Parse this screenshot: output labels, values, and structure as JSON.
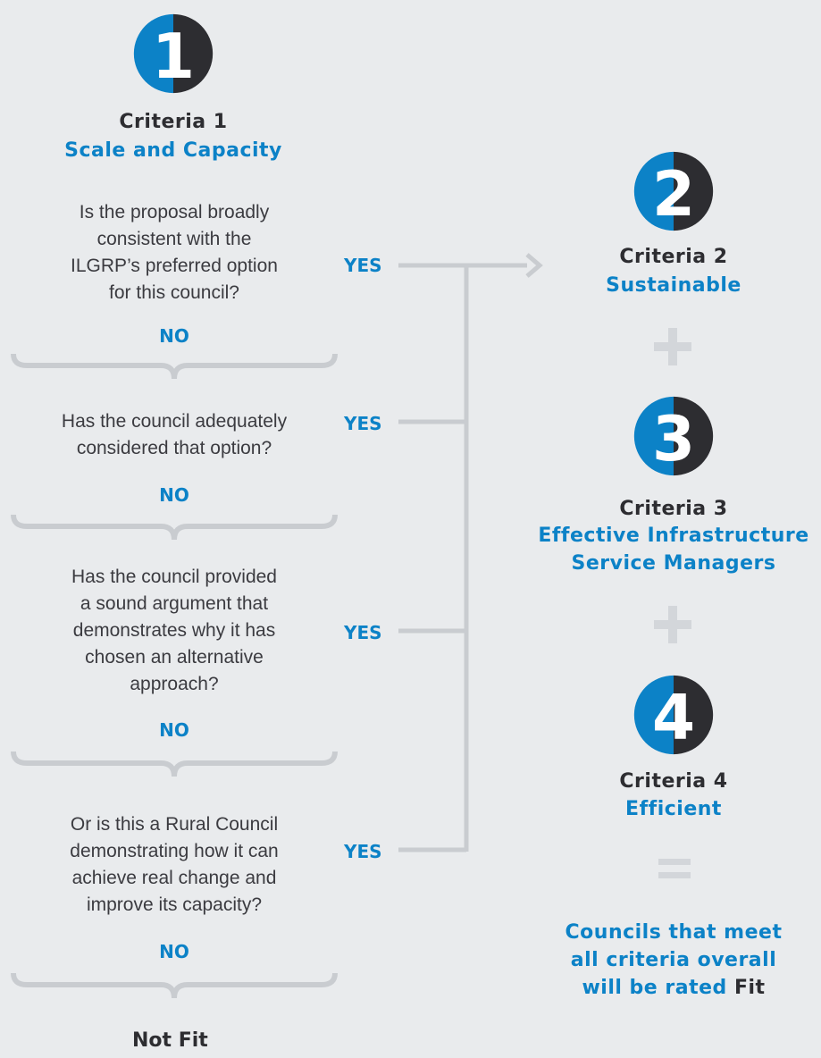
{
  "left": {
    "badge_number": "1",
    "criteria_title": "Criteria 1",
    "criteria_subtitle": "Scale and Capacity",
    "questions": [
      {
        "lines": [
          "Is the proposal broadly",
          "consistent with the",
          "ILGRP’s preferred option",
          "for this council?"
        ],
        "yes": "YES",
        "no": "NO"
      },
      {
        "lines": [
          "Has the council adequately",
          "considered that option?"
        ],
        "yes": "YES",
        "no": "NO"
      },
      {
        "lines": [
          "Has the council provided",
          "a sound argument that",
          "demonstrates why it has",
          "chosen an alternative",
          "approach?"
        ],
        "yes": "YES",
        "no": "NO"
      },
      {
        "lines": [
          "Or is this a Rural Council",
          "demonstrating how it can",
          "achieve real change and",
          "improve its capacity?"
        ],
        "yes": "YES",
        "no": "NO"
      }
    ],
    "outcome": "Not Fit"
  },
  "right": {
    "criteria": [
      {
        "badge_number": "2",
        "title": "Criteria 2",
        "subtitle_lines": [
          "Sustainable"
        ]
      },
      {
        "badge_number": "3",
        "title": "Criteria 3",
        "subtitle_lines": [
          "Effective Infrastructure",
          "Service Managers"
        ]
      },
      {
        "badge_number": "4",
        "title": "Criteria 4",
        "subtitle_lines": [
          "Efficient"
        ]
      }
    ],
    "result_lines": [
      "Councils that meet",
      "all criteria overall",
      "will be rated"
    ],
    "result_emphasis": "Fit"
  },
  "colors": {
    "background": "#e9ebed",
    "blue": "#0c82c7",
    "dark": "#2d2d31",
    "connector": "#c9ccd0"
  }
}
